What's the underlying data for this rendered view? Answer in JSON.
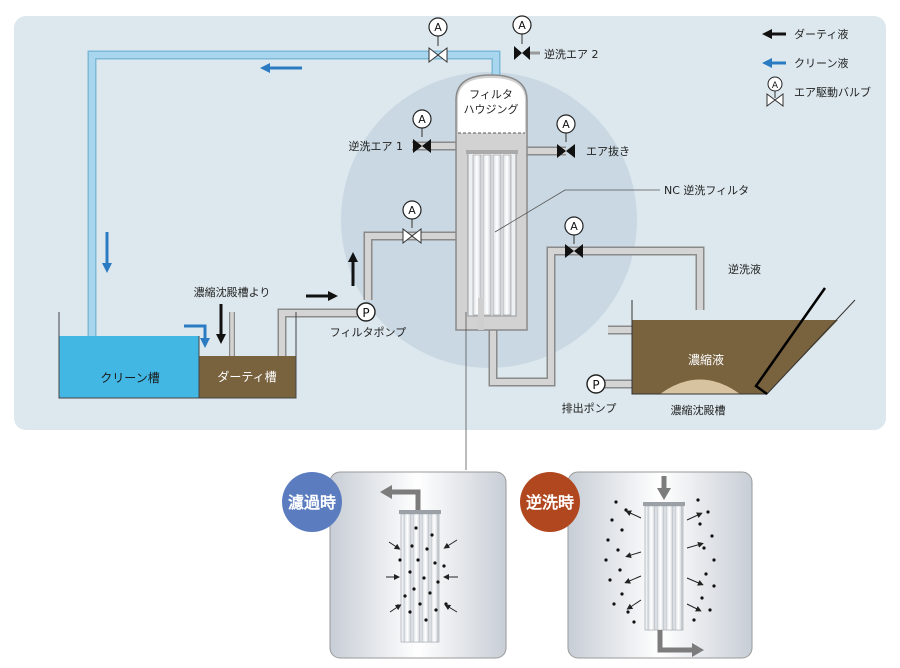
{
  "legend": {
    "dirty": "ダーティ液",
    "clean": "クリーン液",
    "valve_symbol": "A",
    "valve": "エア駆動バルブ"
  },
  "labels": {
    "backwash_air_2": "逆洗エア 2",
    "housing_line1": "フィルタ",
    "housing_line2": "ハウジング",
    "backwash_air_1": "逆洗エア 1",
    "air_vent": "エア抜き",
    "nc_filter": "NC 逆洗フィルタ",
    "backwash_liquid": "逆洗液",
    "from_settling_tank": "濃縮沈殿槽より",
    "filter_pump": "フィルタポンプ",
    "clean_tank": "クリーン槽",
    "dirty_tank": "ダーティ槽",
    "concentrate": "濃縮液",
    "discharge_pump": "排出ポンプ",
    "settling_tank": "濃縮沈殿槽",
    "pump_symbol": "P"
  },
  "insets": {
    "filtration": "濾過時",
    "backwash": "逆洗時"
  },
  "colors": {
    "panel": "#dde8ee",
    "circle": "#c9d8e2",
    "pipe_gray": "#cfcfcf",
    "pipe_blue": "#a7d6ee",
    "flow_blue": "#2a7bc1",
    "clean_tank": "#42b7e4",
    "dirty_tank": "#79633f",
    "filtration_badge": "#5b7dc0",
    "backwash_badge": "#b1471f"
  }
}
